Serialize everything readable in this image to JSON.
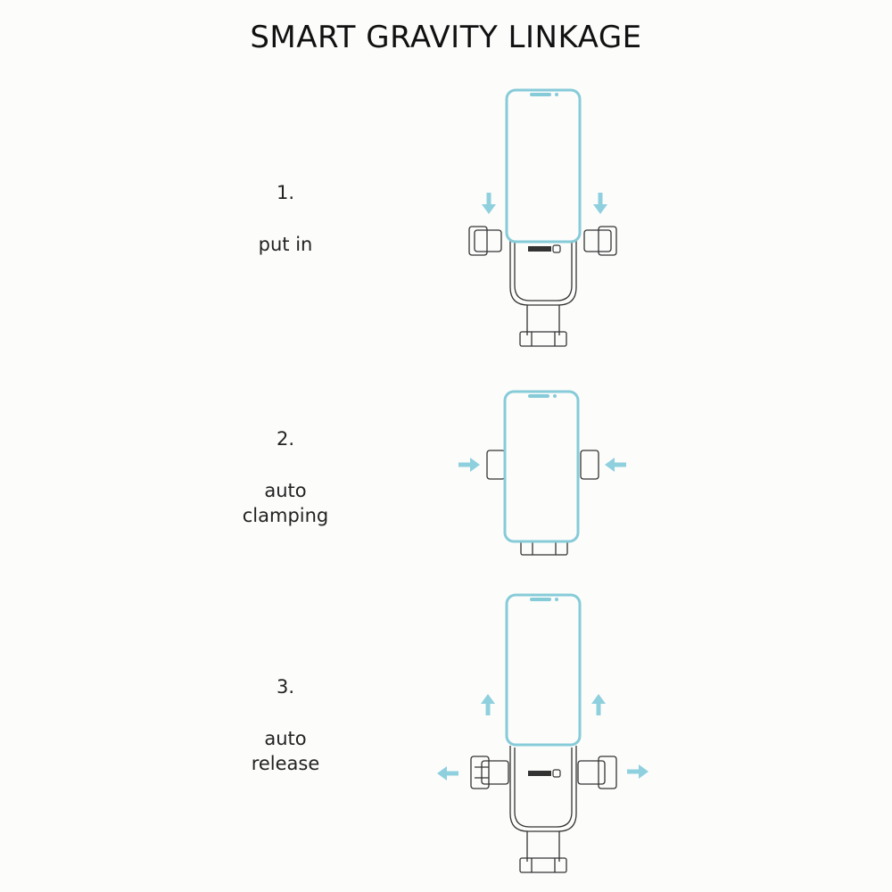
{
  "title": "SMART GRAVITY LINKAGE",
  "colors": {
    "phone": "#86cbd8",
    "arrow": "#8fd0de",
    "holder": "#333333"
  },
  "steps": [
    {
      "number": "1.",
      "label": "put in"
    },
    {
      "number": "2.",
      "label": "auto\nclamping"
    },
    {
      "number": "3.",
      "label": "auto\nrelease"
    }
  ]
}
